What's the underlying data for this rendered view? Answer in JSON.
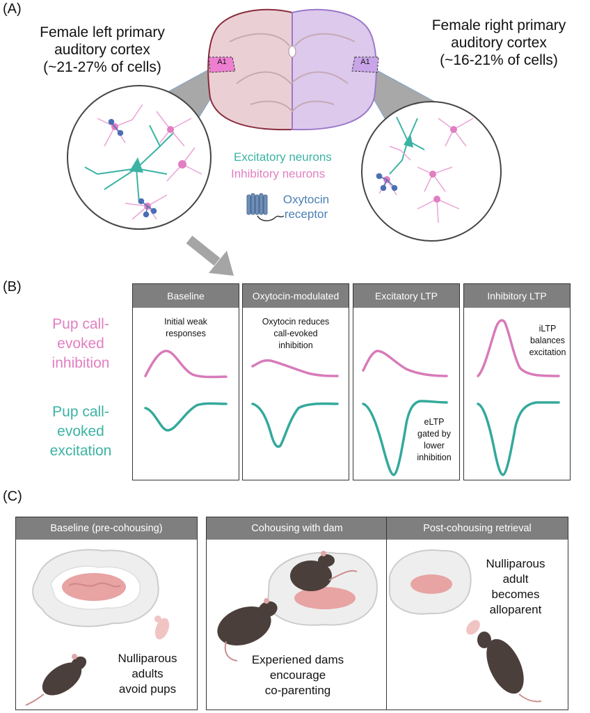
{
  "panel_labels": {
    "a": "(A)",
    "b": "(B)",
    "c": "(C)"
  },
  "panel_a": {
    "left_caption": [
      "Female left primary",
      "auditory cortex",
      "(~21-27% of cells)"
    ],
    "right_caption": [
      "Female right primary",
      "auditory cortex",
      "(~16-21% of cells)"
    ],
    "region_label_left": "A1",
    "region_label_right": "A1",
    "legend": {
      "excitatory": "Excitatory neurons",
      "inhibitory": "Inhibitory neurons",
      "receptor": [
        "Oxytocin",
        "receptor"
      ]
    }
  },
  "panel_b": {
    "row_inhibition": [
      "Pup call-",
      "evoked",
      "inhibition"
    ],
    "row_excitation": [
      "Pup call-",
      "evoked",
      "excitation"
    ],
    "columns": [
      {
        "header": "Baseline",
        "note": [
          "Initial weak",
          "responses"
        ]
      },
      {
        "header": "Oxytocin-modulated",
        "note": [
          "Oxytocin reduces",
          "call-evoked",
          "inhibition"
        ]
      },
      {
        "header": "Excitatory LTP",
        "note": [
          "eLTP",
          "gated by",
          "lower",
          "inhibition"
        ]
      },
      {
        "header": "Inhibitory LTP",
        "note": [
          "iLTP",
          "balances",
          "excitation"
        ]
      }
    ]
  },
  "panel_c": {
    "boxes": [
      {
        "header": "Baseline (pre-cohousing)",
        "note": [
          "Nulliparous",
          "adults",
          "avoid pups"
        ]
      },
      {
        "header": "Cohousing with dam",
        "note": [
          "Experiened dams",
          "encourage",
          "co-parenting"
        ]
      },
      {
        "header": "Post-cohousing retrieval",
        "note": [
          "Nulliparous",
          "adult",
          "becomes",
          "alloparent"
        ]
      }
    ]
  },
  "colors": {
    "excitatory": "#3bb3a4",
    "inhibitory": "#e17fc0",
    "receptor": "#4a7fb5",
    "header_gray": "#7f7f7f",
    "left_hemisphere": "#ead0d4",
    "right_hemisphere": "#dcc9ec"
  },
  "icons": [
    "brain-section-icon",
    "neuron-circle-icon",
    "oxytocin-receptor-icon",
    "arrow-icon",
    "nest-icon",
    "mouse-icon",
    "pup-icon"
  ]
}
